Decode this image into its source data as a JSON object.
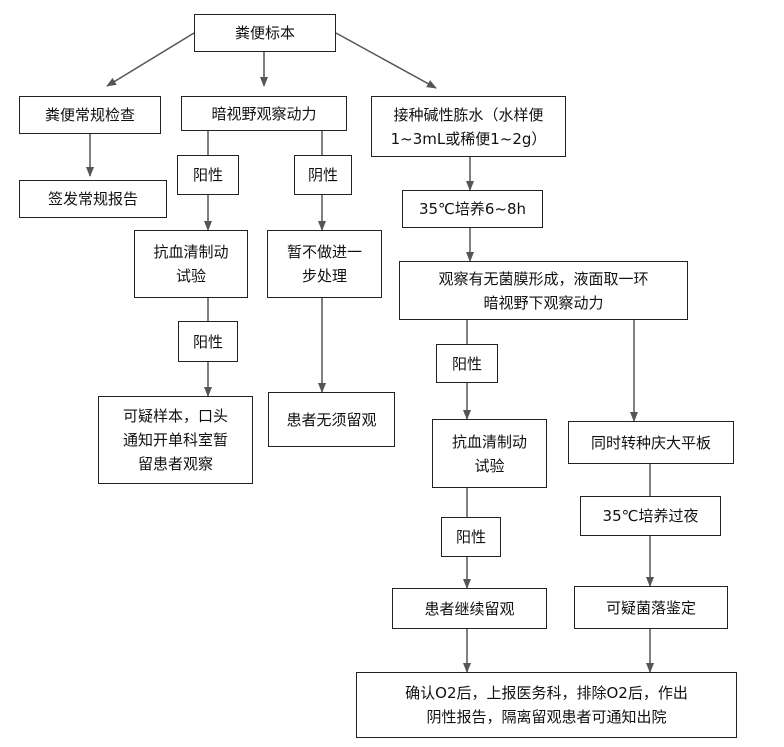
{
  "nodes": {
    "sample": "粪便标本",
    "routine_exam": "粪便常规检查",
    "routine_report": "签发常规报告",
    "darkfield": "暗视野观察动力",
    "alkaline": [
      "接种碱性胨水（水样便",
      "1~3mL或稀便1~2g）"
    ],
    "positive_1": "阳性",
    "negative_1": "阴性",
    "antiserum_1": [
      "抗血清制动",
      "试验"
    ],
    "no_further": [
      "暂不做进一",
      "步处理"
    ],
    "culture_35": "35℃培养6~8h",
    "observe_film": [
      "观察有无菌膜形成，液面取一环",
      "暗视野下观察动力"
    ],
    "positive_2": "阳性",
    "suspect_notify": [
      "可疑样本，口头",
      "通知开单科室暂",
      "留患者观察"
    ],
    "no_observe": "患者无须留观",
    "positive_3": "阳性",
    "antiserum_2": [
      "抗血清制动",
      "试验"
    ],
    "transfer_plate": "同时转种庆大平板",
    "culture_overnight": "35℃培养过夜",
    "positive_4": "阳性",
    "continue_observe": "患者继续留观",
    "colony_id": "可疑菌落鉴定",
    "final": [
      "确认O2后，上报医务科，排除O2后，作出",
      "阴性报告，隔离留观患者可通知出院"
    ]
  }
}
